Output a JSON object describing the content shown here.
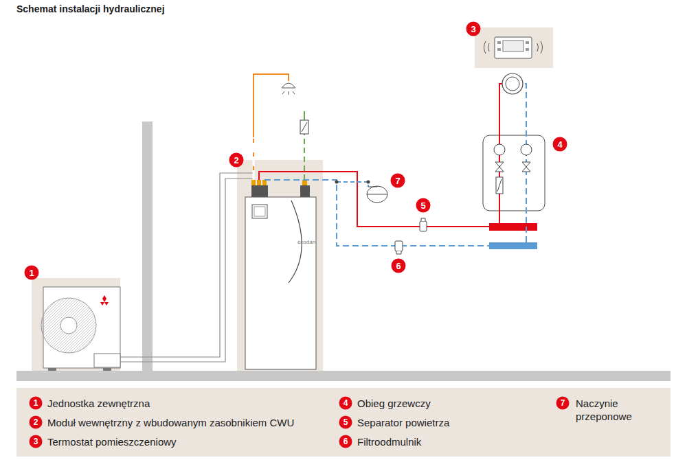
{
  "diagram": {
    "title": "Schemat instalacji hydraulicznej",
    "labels": [
      "1",
      "2",
      "3",
      "4",
      "5",
      "6",
      "7",
      "ecodan",
      "1",
      "2",
      "3",
      "4",
      "5",
      "6",
      "7"
    ],
    "legend": [
      {
        "text": "Jednostka zewnętrzna"
      },
      {
        "text": "Moduł wewnętrzny z wbudowanym zasobnikiem CWU"
      },
      {
        "text": "Termostat pomieszczeniowy"
      },
      {
        "text": "Obieg grzewczy"
      },
      {
        "text": "Separator powietrza"
      },
      {
        "text": "Filtroodmulnik"
      },
      {
        "text": "Naczynie przeponowe"
      }
    ]
  }
}
